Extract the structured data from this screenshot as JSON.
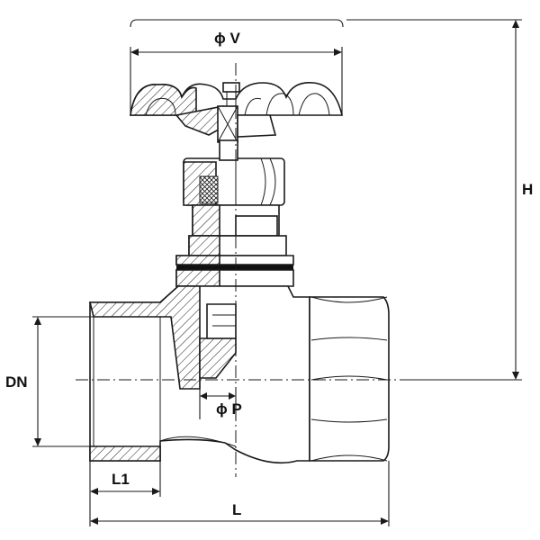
{
  "dimensions": {
    "diameter_v": "ϕ V",
    "height": "H",
    "nominal_diameter": "DN",
    "diameter_p": "ϕ P",
    "length_l1": "L1",
    "length_l": "L"
  },
  "colors": {
    "line": "#1a1a1a",
    "seal_ring": "#111111",
    "background": "#ffffff"
  }
}
